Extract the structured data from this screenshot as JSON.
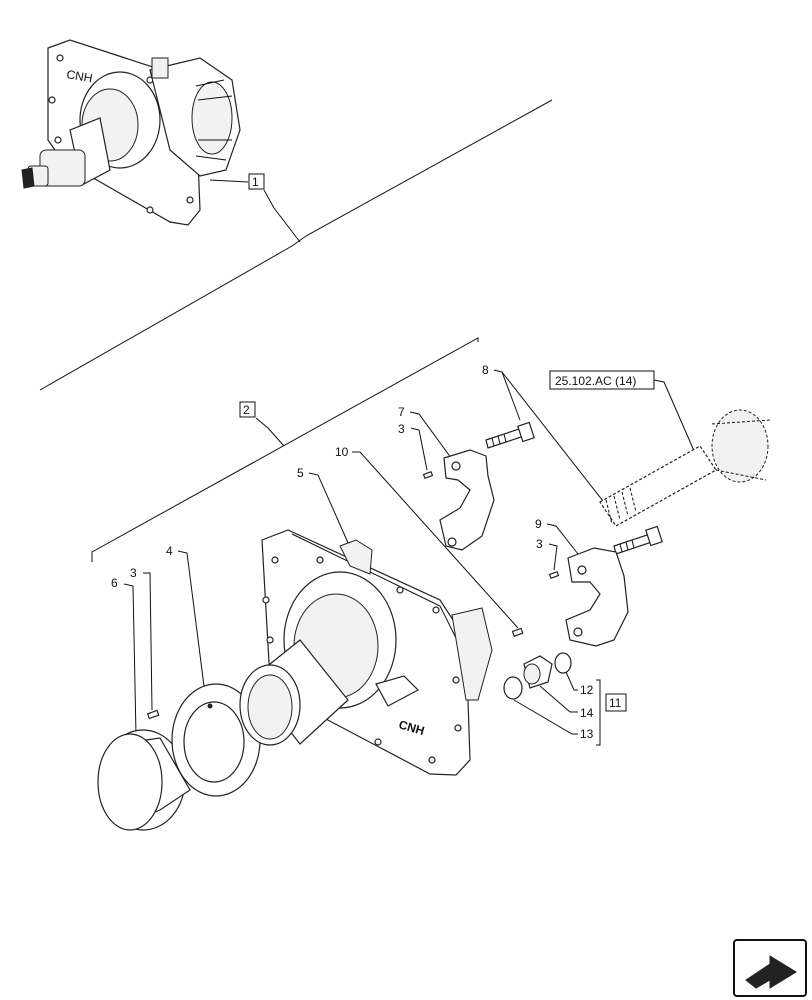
{
  "labels": {
    "n1": "1",
    "n2": "2",
    "n3a": "3",
    "n3b": "3",
    "n3c": "3",
    "n4": "4",
    "n5": "5",
    "n6": "6",
    "n7": "7",
    "n8": "8",
    "n9": "9",
    "n10": "10",
    "n11": "11",
    "n12": "12",
    "n13": "13",
    "n14": "14",
    "ref": "25.102.AC (14)"
  },
  "logo_text": "CNH",
  "nav_icon": "next-page-arrow-icon"
}
